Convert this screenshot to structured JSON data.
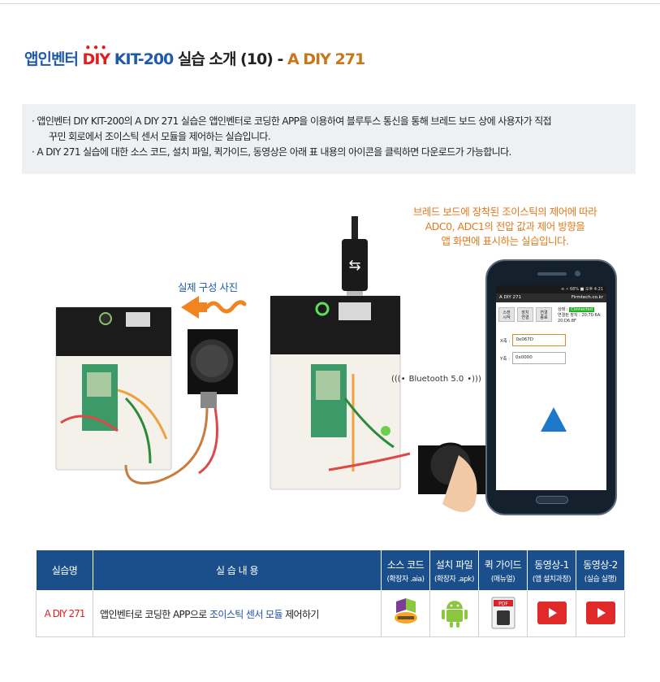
{
  "title": {
    "part1": "앱인벤터 ",
    "part2": "DIY",
    "dots": "•••",
    "part3": " KIT-200 ",
    "part4": "실습 소개 (10) - ",
    "part5": "A DIY 271"
  },
  "notice": {
    "line1": "· 앱인벤터 DIY KIT-200의 A DIY 271 실습은 앱인벤터로 코딩한 APP을 이용하여 블루투스 통신을 통해 브레드 보드 상에 사용자가 직접",
    "line2": "꾸민 회로에서 조이스틱 센서 모듈을 제어하는 실습입니다.",
    "line3": "· A DIY 271 실습에 대한 소스 코드, 설치 파일, 퀵가이드, 동영상은 아래 표 내용의 아이콘을 클릭하면 다운로드가 가능합니다."
  },
  "callout": {
    "line1": "브레드 보드에 장착된 조이스틱의 제어에 따라",
    "line2": "ADC0, ADC1의 전압 값과 제어 방향을",
    "line3": "앱 화면에 표시하는 실습입니다."
  },
  "photo_label": "실제 구성 사진",
  "bluetooth_label": "Bluetooth 5.0",
  "phone_screen": {
    "status": "≋ ⚡ 68% ■ 오후 4:21",
    "app_title": "A DIY 271",
    "app_site": "Firmtech.co.kr",
    "buttons": [
      {
        "l1": "스캔",
        "l2": "시작"
      },
      {
        "l1": "장치",
        "l2": "연결"
      },
      {
        "l1": "연결",
        "l2": "종료"
      }
    ],
    "state_label": "상태 : ",
    "state_value": "Connected",
    "device_line1": "연결된 장치 : 20:70:6A:",
    "device_line2": "20:D6:8F",
    "x_label": "X축 :",
    "x_value": "0x067D",
    "y_label": "Y축 :",
    "y_value": "0x0000"
  },
  "table": {
    "headers": {
      "name": "실습명",
      "content": "실 습 내 용",
      "source": "소스 코드",
      "source_sub": "(확장자 .aia)",
      "install": "설치 파일",
      "install_sub": "(확장자 .apk)",
      "guide": "퀵 가이드",
      "guide_sub": "(매뉴얼)",
      "video1": "동영상-1",
      "video1_sub": "(앱 설치과정)",
      "video2": "동영상-2",
      "video2_sub": "(실습 실행)"
    },
    "row": {
      "name": "A DIY 271",
      "desc_a": "앱인벤터로 코딩한 APP으로 ",
      "desc_b": "조이스틱 센서 모듈",
      "desc_c": " 제어하기",
      "pdf_badge": "PDF"
    }
  },
  "colors": {
    "brand_blue": "#1f5aa8",
    "accent_red": "#e01e1e",
    "accent_orange": "#e07a1c",
    "table_header": "#1a4f8b",
    "connected_green": "#22b022"
  }
}
